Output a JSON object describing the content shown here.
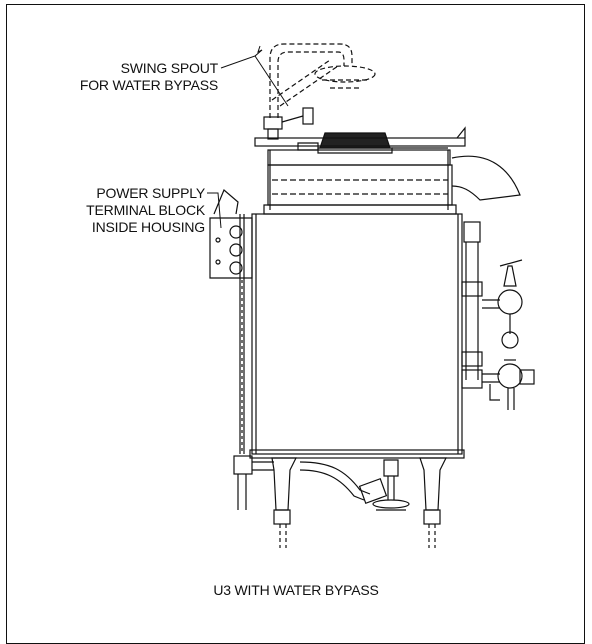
{
  "labels": {
    "swing_spout_line1": "SWING SPOUT",
    "swing_spout_line2": "FOR WATER BYPASS",
    "power_line1": "POWER SUPPLY",
    "power_line2": "TERMINAL BLOCK",
    "power_line3": "INSIDE HOUSING"
  },
  "caption": "U3 WITH WATER BYPASS"
}
